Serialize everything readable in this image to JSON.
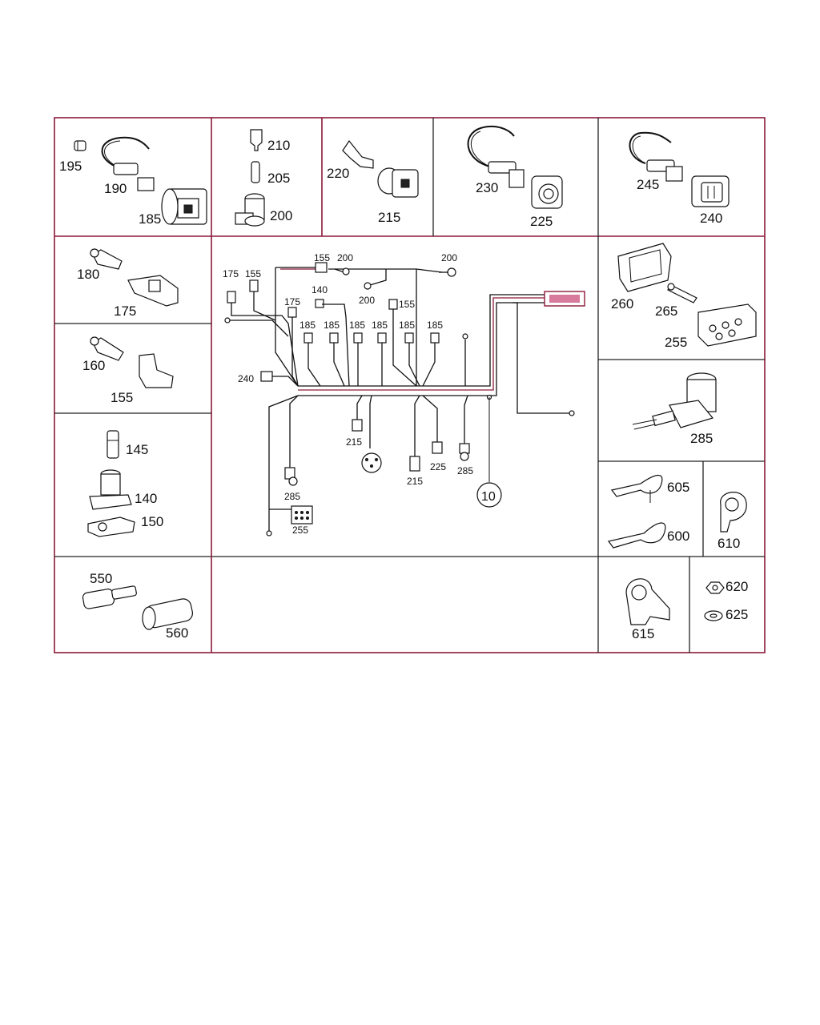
{
  "labels": {
    "c195": "195",
    "c190": "190",
    "c185": "185",
    "c210": "210",
    "c205": "205",
    "c200": "200",
    "c220": "220",
    "c215": "215",
    "c230": "230",
    "c225": "225",
    "c245": "245",
    "c240": "240",
    "c180": "180",
    "c175": "175",
    "c160": "160",
    "c155": "155",
    "c145": "145",
    "c140": "140",
    "c150": "150",
    "c260": "260",
    "c265": "265",
    "c255": "255",
    "c285": "285",
    "c605": "605",
    "c600": "600",
    "c610": "610",
    "c550": "550",
    "c560": "560",
    "c615": "615",
    "c620": "620",
    "c625": "625"
  },
  "harness": {
    "h175a": "175",
    "h155a": "155",
    "h155b": "155",
    "h200a": "200",
    "h200b": "200",
    "h200c": "200",
    "h140": "140",
    "h175b": "175",
    "h155c": "155",
    "h185a": "185",
    "h185b": "185",
    "h185c": "185",
    "h185d": "185",
    "h185e": "185",
    "h185f": "185",
    "h240": "240",
    "h215a": "215",
    "h215b": "215",
    "h225": "225",
    "h285a": "285",
    "h285b": "285",
    "h255": "255",
    "callout": "10"
  }
}
